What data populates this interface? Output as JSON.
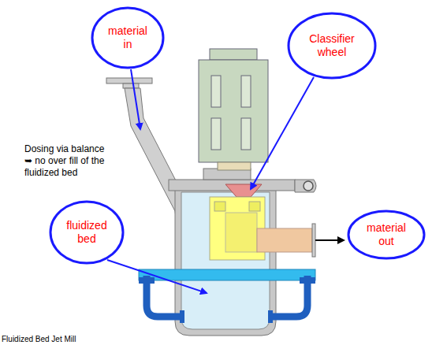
{
  "diagram": {
    "nodes": [
      {
        "text": [
          "material in"
        ]
      },
      {
        "text": [
          "Classifier wheel"
        ]
      },
      {
        "text": [
          "fluidized bed"
        ]
      },
      {
        "text": [
          "material out"
        ]
      }
    ],
    "labels": [
      "Dosing via balance ➥ no over fill of the fluidized bed",
      "Fluidized Bed Jet Mill"
    ]
  }
}
